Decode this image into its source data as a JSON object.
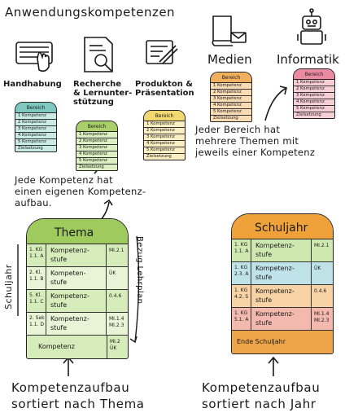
{
  "header": {
    "title": "Anwendungskompetenzen"
  },
  "categories": {
    "handhabung": "Handhabung",
    "recherche_1": "Recherche",
    "recherche_2": "& Lernunter-",
    "recherche_3": "stützung",
    "produktion_1": "Produkton &",
    "produktion_2": "Präsentation",
    "medien": "Medien",
    "informatik": "Informatik"
  },
  "mini_card": {
    "header": "Bereich",
    "rows": [
      "1 Kompetenz",
      "2 Kompetenz",
      "3 Kompetenz",
      "4 Kompetenz",
      "5 Kompetenz",
      "Zielsetzung"
    ]
  },
  "notes": {
    "bereich_1": "Jeder Bereich hat",
    "bereich_2": "mehrere Themen mit",
    "bereich_3": "jeweils einer Kompetenz",
    "kompetenz_1": "Jede Kompetenz hat",
    "kompetenz_2": "einen eigenen Kompetenz-",
    "kompetenz_3": "aufbau."
  },
  "thema_card": {
    "title": "Thema",
    "rows": [
      {
        "code_1": "1. KG",
        "code_2": "1.1. A",
        "text_1": "Kompetenz-",
        "text_2": "stufe",
        "ref_1": "MI.2.1",
        "ref_2": ""
      },
      {
        "code_1": "2. Kl.",
        "code_2": "1.1. B",
        "text_1": "Kompeten-",
        "text_2": "stufe",
        "ref_1": "ÜK",
        "ref_2": ""
      },
      {
        "code_1": "5. Kl.",
        "code_2": "1.1. C",
        "text_1": "Kompetenz-",
        "text_2": "stufe",
        "ref_1": "0.4.6",
        "ref_2": ""
      },
      {
        "code_1": "2. Sek",
        "code_2": "1.1. D",
        "text_1": "Kompetenz-",
        "text_2": "stufe",
        "ref_1": "MI.1.4",
        "ref_2": "MI.2.3"
      }
    ],
    "footer": "Kompetenz",
    "footer_ref_1": "MI.2",
    "footer_ref_2": "ÜK",
    "side_left": "Schuljahr",
    "side_right": "Bezug Lehrplan"
  },
  "schuljahr_card": {
    "title": "Schuljahr",
    "rows": [
      {
        "code_1": "1. KG",
        "code_2": "1.1. A",
        "text_1": "Kompetenz-",
        "text_2": "stufe",
        "ref_1": "MI.2.1",
        "ref_2": ""
      },
      {
        "code_1": "1. KG",
        "code_2": "2.3. A",
        "text_1": "Kompetenz-",
        "text_2": "stufe",
        "ref_1": "ÜK",
        "ref_2": ""
      },
      {
        "code_1": "1. KG",
        "code_2": "4.2. S",
        "text_1": "Kompetenz-",
        "text_2": "stufe",
        "ref_1": "0.4.6",
        "ref_2": ""
      },
      {
        "code_1": "1. KG",
        "code_2": "5.1. A",
        "text_1": "Kompetenz-",
        "text_2": "stufe",
        "ref_1": "MI.1.4",
        "ref_2": "MI.2.3"
      }
    ],
    "footer": "Ende Schuljahr"
  },
  "bottom": {
    "left_1": "Kompetenzaufbau",
    "left_2": "sortiert nach Thema",
    "right_1": "Kompetenzaufbau",
    "right_2": "sortiert nach Jahr"
  },
  "colors": {
    "teal_head": "#7ec8bf",
    "teal_body": "#c8ebe6",
    "green_head": "#a8cf6a",
    "green_body": "#dcefc0",
    "yellow_head": "#f3d872",
    "yellow_body": "#fbefc2",
    "orange_head": "#f0b060",
    "orange_body": "#f9dcb4",
    "pink_head": "#e98aa0",
    "pink_body": "#f7cdd6",
    "thema_head": "#9fca5e",
    "thema_body": "#d7ecbb",
    "thema_row_alt": "#e7f4d6",
    "sj_head": "#f0a23a",
    "sj_green": "#cfe8b0",
    "sj_blue": "#bfe3e8",
    "sj_orange": "#f7d2a4",
    "sj_pink": "#f3b8ae",
    "sj_foot": "#eea54a"
  },
  "icons": [
    "keyboard-hand-icon",
    "document-search-icon",
    "document-pen-icon",
    "book-envelope-icon",
    "robot-icon"
  ]
}
